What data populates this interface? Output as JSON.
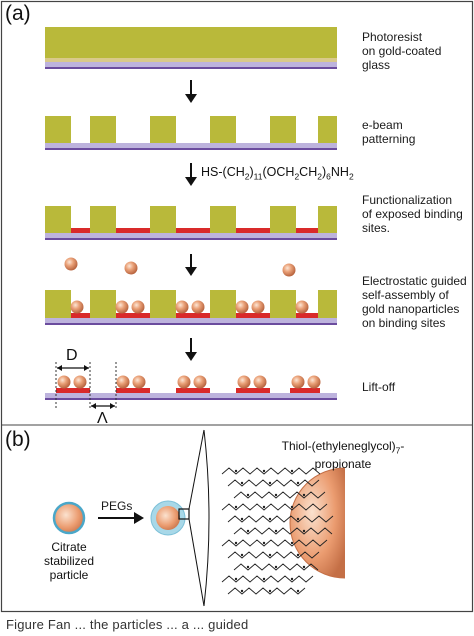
{
  "panel_a": {
    "letter": "(a)",
    "steps": [
      {
        "label": "Photoresist\non gold-coated\nglass"
      },
      {
        "label": "e-beam\npatterning"
      },
      {
        "label": "Functionalization\nof exposed binding\nsites."
      },
      {
        "label": "Electrostatic guided\nself-assembly of\ngold nanoparticles\non binding sites"
      },
      {
        "label": "Lift-off"
      }
    ],
    "reagent": {
      "prefix": "HS-(CH",
      "s1": "2",
      "mid1": ")",
      "s2": "11",
      "mid2": "(OCH",
      "s3": "2",
      "mid3": "CH",
      "s4": "2",
      "mid4": ")",
      "s5": "6",
      "suffix": "NH",
      "s6": "2"
    },
    "dimension_D": "D",
    "dimension_lambda": "Λ"
  },
  "panel_b": {
    "letter": "(b)",
    "arrow_label": "PEGs",
    "particle_label": "Citrate\nstabilized\nparticle",
    "ligand_label": "Thiol-(ethyleneglycol)",
    "ligand_sub": "7",
    "ligand_suffix": "-\npropionate"
  },
  "caption": "Figure  Fan  ... the particles ... a ... guided",
  "colors": {
    "photoresist": "#b9b93a",
    "substrate_light": "#bdb3dd",
    "substrate_dark": "#6b4c9e",
    "binding_site": "#d92a2a",
    "particle": "#e7956a",
    "peg_shell": "#a8d8e8"
  }
}
